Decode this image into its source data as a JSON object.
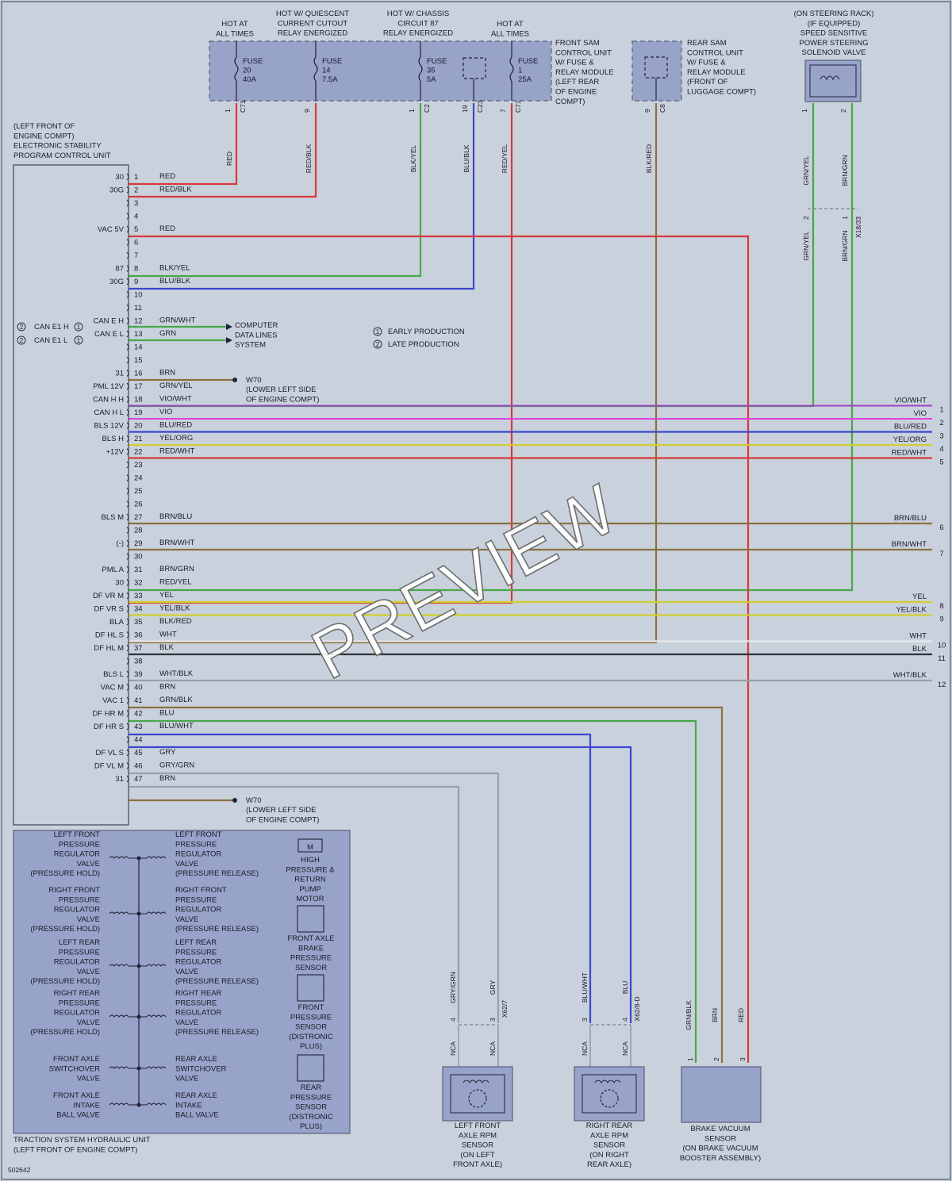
{
  "diagram_id": "502642",
  "watermark": "PREVIEW",
  "colors": {
    "background": "#c9d2dc",
    "box": "#98a3c9",
    "box_border": "#5a5f7a",
    "red": "#d83a3a",
    "blue": "#3b46cf",
    "green": "#48a848",
    "violet": "#a040c8",
    "magenta": "#e040e0",
    "yellow": "#cfcf30",
    "brown": "#8a7040",
    "gray": "#9aa0a8",
    "black": "#303038",
    "white": "#e8e8ee"
  },
  "header_labels": {
    "h1": [
      "HOT AT",
      "ALL TIMES"
    ],
    "h2": [
      "HOT W/ QUIESCENT",
      "CURRENT CUTOUT",
      "RELAY ENERGIZED"
    ],
    "h3": [
      "HOT W/ CHASSIS",
      "CIRCUIT 87",
      "RELAY ENERGIZED"
    ],
    "h4": [
      "HOT AT",
      "ALL TIMES"
    ],
    "steering": [
      "(ON STEERING RACK)",
      "(IF EQUIPPED)",
      "SPEED SENSITIVE",
      "POWER STEERING",
      "SOLENOID VALVE"
    ]
  },
  "front_sam": {
    "label": [
      "FRONT SAM",
      "CONTROL UNIT",
      "W/ FUSE &",
      "RELAY MODULE",
      "(LEFT REAR",
      "OF ENGINE",
      "COMPT)"
    ],
    "fuses": [
      {
        "label": "FUSE",
        "num": "20",
        "amp": "40A"
      },
      {
        "label": "FUSE",
        "num": "14",
        "amp": "7.5A"
      },
      {
        "label": "FUSE",
        "num": "35",
        "amp": "5A"
      },
      {
        "label": "FUSE",
        "num": "1",
        "amp": "25A"
      }
    ]
  },
  "rear_sam": {
    "label": [
      "REAR SAM",
      "CONTROL UNIT",
      "W/ FUSE &",
      "RELAY MODULE",
      "(FRONT OF",
      "LUGGAGE COMPT)"
    ]
  },
  "top_pins": [
    {
      "pin": "1",
      "conn": "C71",
      "wire": "RED"
    },
    {
      "pin": "9",
      "conn": "",
      "wire": "RED/BLK"
    },
    {
      "pin": "1",
      "conn": "C2",
      "wire": "BLK/YEL"
    },
    {
      "pin": "19",
      "conn": "C23",
      "wire": "BLU/BLK"
    },
    {
      "pin": "7",
      "conn": "C71",
      "wire": "RED/YEL"
    },
    {
      "pin": "9",
      "conn": "C8",
      "wire": "BLK/RED"
    },
    {
      "pin": "1",
      "conn": "",
      "wire": "GRN/YEL"
    },
    {
      "pin": "2",
      "conn": "",
      "wire": "BRN/GRN"
    }
  ],
  "steer_conn": {
    "pins": [
      "2",
      "1"
    ],
    "conn": "X18/33",
    "wires": [
      "GRN/YEL",
      "BRN/GRN"
    ]
  },
  "esp_label": [
    "(LEFT FRONT OF",
    "ENGINE COMPT)",
    "ELECTRONIC STABILITY",
    "PROGRAM CONTROL UNIT"
  ],
  "pins": [
    {
      "n": "1",
      "name": "30",
      "wire": "RED"
    },
    {
      "n": "2",
      "name": "30G",
      "wire": "RED/BLK"
    },
    {
      "n": "3",
      "name": "",
      "wire": ""
    },
    {
      "n": "4",
      "name": "",
      "wire": ""
    },
    {
      "n": "5",
      "name": "VAC 5V",
      "wire": "RED"
    },
    {
      "n": "6",
      "name": "",
      "wire": ""
    },
    {
      "n": "7",
      "name": "",
      "wire": ""
    },
    {
      "n": "8",
      "name": "87",
      "wire": "BLK/YEL"
    },
    {
      "n": "9",
      "name": "30G",
      "wire": "BLU/BLK"
    },
    {
      "n": "10",
      "name": "",
      "wire": ""
    },
    {
      "n": "11",
      "name": "",
      "wire": ""
    },
    {
      "n": "12",
      "name": "CAN E H",
      "wire": "GRN/WHT"
    },
    {
      "n": "13",
      "name": "CAN E L",
      "wire": "GRN"
    },
    {
      "n": "14",
      "name": "",
      "wire": ""
    },
    {
      "n": "15",
      "name": "",
      "wire": ""
    },
    {
      "n": "16",
      "name": "31",
      "wire": "BRN"
    },
    {
      "n": "17",
      "name": "PML 12V",
      "wire": "GRN/YEL"
    },
    {
      "n": "18",
      "name": "CAN H H",
      "wire": "VIO/WHT"
    },
    {
      "n": "19",
      "name": "CAN H L",
      "wire": "VIO"
    },
    {
      "n": "20",
      "name": "BLS 12V",
      "wire": "BLU/RED"
    },
    {
      "n": "21",
      "name": "BLS H",
      "wire": "YEL/ORG"
    },
    {
      "n": "22",
      "name": "+12V",
      "wire": "RED/WHT"
    },
    {
      "n": "23",
      "name": "",
      "wire": ""
    },
    {
      "n": "24",
      "name": "",
      "wire": ""
    },
    {
      "n": "25",
      "name": "",
      "wire": ""
    },
    {
      "n": "26",
      "name": "",
      "wire": ""
    },
    {
      "n": "27",
      "name": "BLS M",
      "wire": "BRN/BLU"
    },
    {
      "n": "28",
      "name": "",
      "wire": ""
    },
    {
      "n": "29",
      "name": "(-)",
      "wire": "BRN/WHT"
    },
    {
      "n": "30",
      "name": "",
      "wire": ""
    },
    {
      "n": "31",
      "name": "PML A",
      "wire": "BRN/GRN"
    },
    {
      "n": "32",
      "name": "30",
      "wire": "RED/YEL"
    },
    {
      "n": "33",
      "name": "DF VR M",
      "wire": "YEL"
    },
    {
      "n": "34",
      "name": "DF VR S",
      "wire": "YEL/BLK"
    },
    {
      "n": "35",
      "name": "BLA",
      "wire": "BLK/RED"
    },
    {
      "n": "36",
      "name": "DF HL S",
      "wire": "WHT"
    },
    {
      "n": "37",
      "name": "DF HL M",
      "wire": "BLK"
    },
    {
      "n": "38",
      "name": "",
      "wire": ""
    },
    {
      "n": "39",
      "name": "BLS L",
      "wire": "WHT/BLK"
    },
    {
      "n": "40",
      "name": "VAC M",
      "wire": "BRN"
    },
    {
      "n": "41",
      "name": "VAC 1",
      "wire": "GRN/BLK"
    },
    {
      "n": "42",
      "name": "DF HR M",
      "wire": "BLU"
    },
    {
      "n": "43",
      "name": "DF HR S",
      "wire": "BLU/WHT"
    },
    {
      "n": "44",
      "name": "",
      "wire": ""
    },
    {
      "n": "45",
      "name": "DF VL S",
      "wire": "GRY"
    },
    {
      "n": "46",
      "name": "DF VL M",
      "wire": "GRY/GRN"
    },
    {
      "n": "47",
      "name": "31",
      "wire": "BRN"
    }
  ],
  "can_e": {
    "rows": [
      {
        "prefix": "2",
        "text": "CAN E1 H",
        "suffix": "1"
      },
      {
        "prefix": "2",
        "text": "CAN E1 L",
        "suffix": "1"
      }
    ],
    "target": [
      "COMPUTER",
      "DATA LINES",
      "SYSTEM"
    ]
  },
  "legend": [
    {
      "num": "1",
      "text": "EARLY PRODUCTION"
    },
    {
      "num": "2",
      "text": "LATE PRODUCTION"
    }
  ],
  "grounds": [
    {
      "name": "W70",
      "desc": [
        "(LOWER LEFT SIDE",
        "OF ENGINE COMPT)"
      ]
    },
    {
      "name": "W70",
      "desc": [
        "(LOWER LEFT SIDE",
        "OF ENGINE COMPT)"
      ]
    }
  ],
  "right_exits": [
    {
      "wire": "VIO/WHT",
      "num": "1"
    },
    {
      "wire": "VIO",
      "num": "2"
    },
    {
      "wire": "BLU/RED",
      "num": "3"
    },
    {
      "wire": "YEL/ORG",
      "num": "4"
    },
    {
      "wire": "RED/WHT",
      "num": "5"
    },
    {
      "wire": "BRN/BLU",
      "num": "6"
    },
    {
      "wire": "BRN/WHT",
      "num": "7"
    },
    {
      "wire": "YEL",
      "num": "8"
    },
    {
      "wire": "YEL/BLK",
      "num": "9"
    },
    {
      "wire": "WHT",
      "num": "10"
    },
    {
      "wire": "BLK",
      "num": "11"
    },
    {
      "wire": "WHT/BLK",
      "num": "12"
    }
  ],
  "hydraulic_unit": {
    "label": [
      "TRACTION SYSTEM HYDRAULIC UNIT",
      "(LEFT FRONT OF ENGINE COMPT)"
    ],
    "left": [
      [
        "LEFT FRONT",
        "PRESSURE",
        "REGULATOR",
        "VALVE",
        "(PRESSURE HOLD)"
      ],
      [
        "RIGHT FRONT",
        "PRESSURE",
        "REGULATOR",
        "VALVE",
        "(PRESSURE HOLD)"
      ],
      [
        "LEFT REAR",
        "PRESSURE",
        "REGULATOR",
        "VALVE",
        "(PRESSURE HOLD)"
      ],
      [
        "RIGHT REAR",
        "PRESSURE",
        "REGULATOR",
        "VALVE",
        "(PRESSURE HOLD)"
      ],
      [
        "FRONT AXLE",
        "SWITCHOVER",
        "VALVE"
      ],
      [
        "FRONT AXLE",
        "INTAKE",
        "BALL VALVE"
      ]
    ],
    "right": [
      [
        "LEFT FRONT",
        "PRESSURE",
        "REGULATOR",
        "VALVE",
        "(PRESSURE RELEASE)"
      ],
      [
        "RIGHT FRONT",
        "PRESSURE",
        "REGULATOR",
        "VALVE",
        "(PRESSURE RELEASE)"
      ],
      [
        "LEFT REAR",
        "PRESSURE",
        "REGULATOR",
        "VALVE",
        "(PRESSURE RELEASE)"
      ],
      [
        "RIGHT REAR",
        "PRESSURE",
        "REGULATOR",
        "VALVE",
        "(PRESSURE RELEASE)"
      ],
      [
        "REAR AXLE",
        "SWITCHOVER",
        "VALVE"
      ],
      [
        "REAR AXLE",
        "INTAKE",
        "BALL VALVE"
      ]
    ],
    "motor_symbol": "M",
    "motor": [
      "HIGH",
      "PRESSURE &",
      "RETURN",
      "PUMP",
      "MOTOR"
    ],
    "sensors": [
      [
        "FRONT AXLE",
        "BRAKE",
        "PRESSURE",
        "SENSOR"
      ],
      [
        "FRONT",
        "PRESSURE",
        "SENSOR",
        "(DISTRONIC",
        "PLUS)"
      ],
      [
        "REAR",
        "PRESSURE",
        "SENSOR",
        "(DISTRONIC",
        "PLUS)"
      ]
    ]
  },
  "bottom_sensors": [
    {
      "label": [
        "LEFT FRONT",
        "AXLE RPM",
        "SENSOR",
        "(ON LEFT",
        "FRONT AXLE)"
      ],
      "conn": "X62/7",
      "pins": [
        "4",
        "3"
      ],
      "wires": [
        "GRY/GRN",
        "GRY"
      ],
      "nca": [
        "NCA",
        "NCA"
      ]
    },
    {
      "label": [
        "RIGHT REAR",
        "AXLE RPM",
        "SENSOR",
        "(ON RIGHT",
        "REAR AXLE)"
      ],
      "conn": "X62/8-D",
      "pins": [
        "3",
        "4"
      ],
      "wires": [
        "BLU/WHT",
        "BLU"
      ],
      "nca": [
        "NCA",
        "NCA"
      ]
    },
    {
      "label": [
        "BRAKE VACUUM",
        "SENSOR",
        "(ON BRAKE VACUUM",
        "BOOSTER ASSEMBLY)"
      ],
      "pins": [
        "1",
        "2",
        "3"
      ],
      "wires": [
        "GRN/BLK",
        "BRN",
        "RED"
      ]
    }
  ]
}
